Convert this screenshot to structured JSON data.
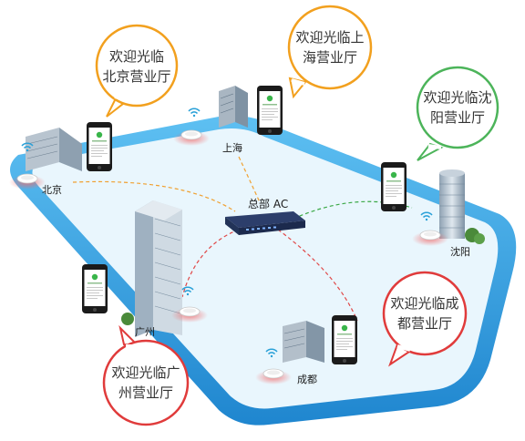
{
  "headquarters": {
    "label": "总部 AC"
  },
  "branches": [
    {
      "id": "beijing",
      "city": "北京",
      "line1": "欢迎光临",
      "line2": "北京营业厅",
      "color": "#f2a01e"
    },
    {
      "id": "shanghai",
      "city": "上海",
      "line1": "欢迎光临上",
      "line2": "海营业厅",
      "color": "#f2a01e"
    },
    {
      "id": "shenyang",
      "city": "沈阳",
      "line1": "欢迎光临沈",
      "line2": "阳营业厅",
      "color": "#4cb45a"
    },
    {
      "id": "chengdu",
      "city": "成都",
      "line1": "欢迎光临成",
      "line2": "都营业厅",
      "color": "#e03b3b"
    },
    {
      "id": "guangzhou",
      "city": "广州",
      "line1": "欢迎光临广",
      "line2": "州营业厅",
      "color": "#e03b3b"
    }
  ],
  "colors": {
    "frame": "#3aa3e3",
    "floor": "#e9f6fd",
    "link_orange": "#f0a030",
    "link_green": "#3aa845",
    "link_red": "#e04848"
  }
}
